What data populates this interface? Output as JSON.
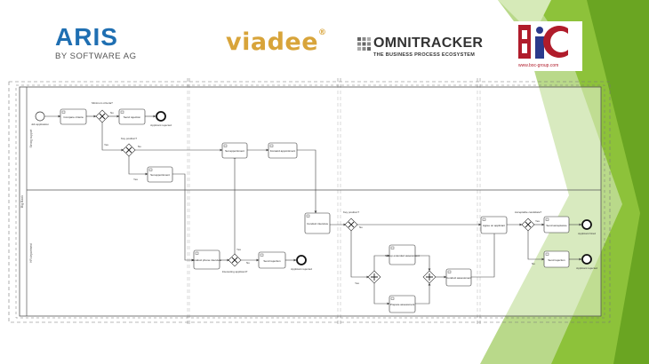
{
  "logos": {
    "aris": {
      "name": "ARIS",
      "tagline": "BY SOFTWARE AG"
    },
    "viadee": {
      "name": "viadee",
      "mark": "®"
    },
    "omnitracker": {
      "name": "OMNITRACKER",
      "tagline": "THE BUSINESS PROCESS ECOSYSTEM"
    },
    "boc": {
      "url": "www.boc-group.com"
    }
  },
  "diagram": {
    "pool_label": "Big Bank",
    "lanes": [
      {
        "label": "Strong support"
      },
      {
        "label": "HR department"
      }
    ],
    "start_event": "Job application",
    "tasks": {
      "compare_criteria": "Compare criteria",
      "send_rejection_1": "Send rejection",
      "set_appointment_1": "Set appointment",
      "set_appointment_2": "Set appointment",
      "forward_appointment": "Forward appointment",
      "conduct_interview": "Conduct interview",
      "conduct_phone_interview": "Conduct phone interview",
      "send_rejection_2": "Send rejection",
      "set_up_extended_assessment": "Set up extended assessment",
      "prepare_assessment": "Prepare assessment",
      "conduct_assessment": "Conduct assessment",
      "agree_on_applicant": "Agree on applicant",
      "send_acceptance": "Send acceptance",
      "send_rejection_3": "Send rejection"
    },
    "gateways": {
      "minimum_criteria": "Minimum criteria?",
      "key_position_1": "Key position?",
      "interesting_applicant": "Interesting applicant?",
      "key_position_2": "Key position?",
      "acceptable_candidate": "Acceptable candidate?"
    },
    "end_events": {
      "rejected_1": "Applicant rejected",
      "rejected_2": "Applicant rejected",
      "hired": "Applicant hired",
      "rejected_3": "Applicant rejected"
    },
    "flow_labels": {
      "yes": "Yes",
      "no": "No"
    }
  },
  "colors": {
    "green_dark": "#7ab52a",
    "green_light": "#b9d98a",
    "boc_red": "#b01c2b",
    "boc_blue": "#2b3a8c",
    "aris_blue": "#1f6fb2",
    "viadee_gold": "#d8a43a"
  }
}
